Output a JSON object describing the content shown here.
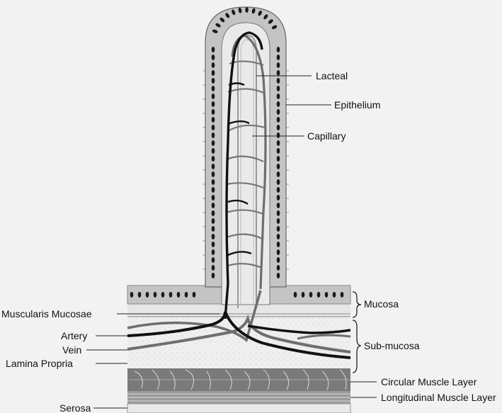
{
  "labels": {
    "lacteal": "Lacteal",
    "epithelium": "Epithelium",
    "capillary": "Capillary",
    "mucosa": "Mucosa",
    "muscularis_mucosae": "Muscularis Mucosae",
    "artery": "Artery",
    "vein": "Vein",
    "sub_mucosa": "Sub-mucosa",
    "lamina_propria": "Lamina Propria",
    "circular_muscle_layer": "Circular Muscle Layer",
    "longitudinal_muscle_layer": "Longitudinal Muscle Layer",
    "serosa": "Serosa"
  },
  "colors": {
    "background": "#f2f2f2",
    "epithelium": "#c4c4c4",
    "nuclei": "#1a1a1a",
    "artery": "#111111",
    "vein": "#6e6e6e",
    "muscle": "#7a7a7a"
  }
}
